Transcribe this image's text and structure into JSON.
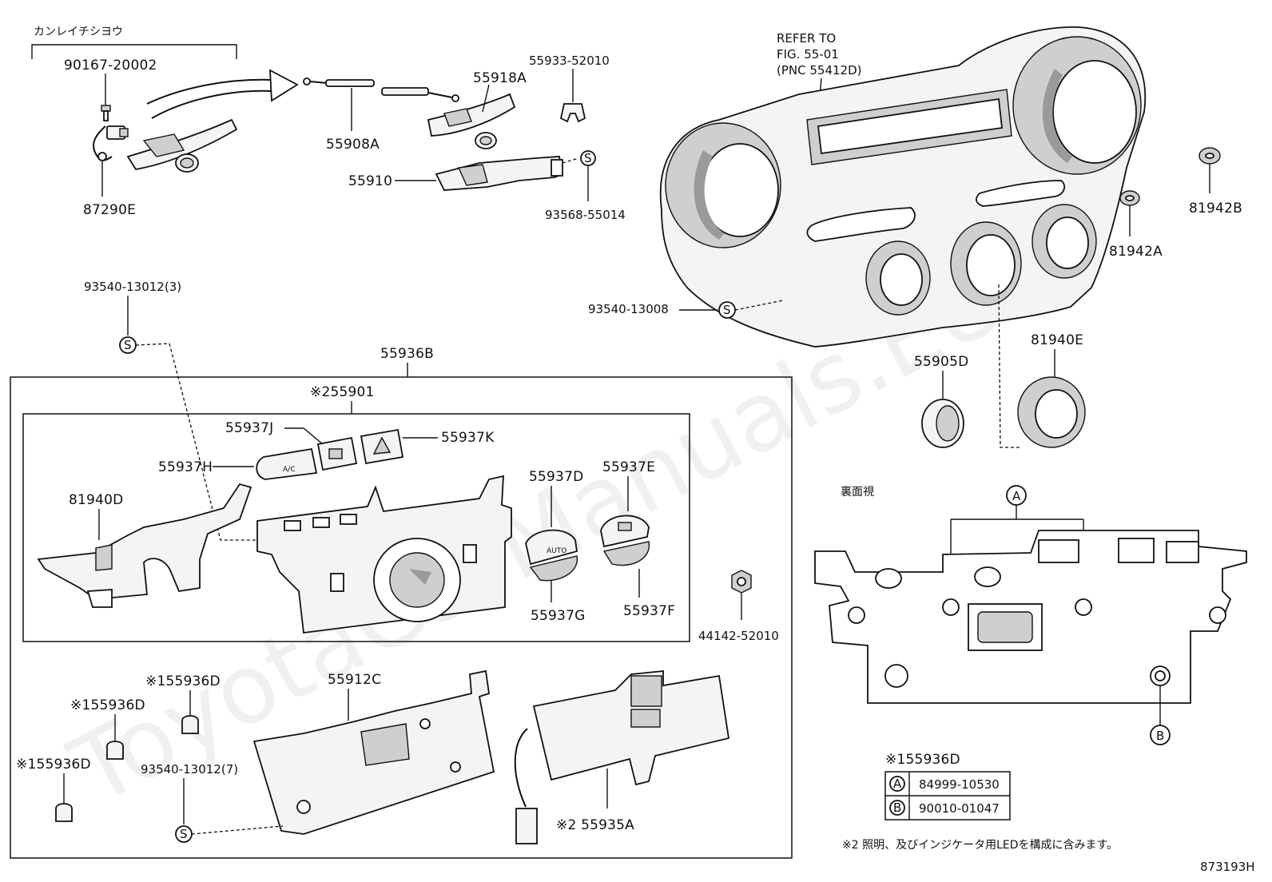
{
  "watermark": "ToyotaCarManuals.EU",
  "labels": {
    "kanreichi": "カンレイチシヨウ",
    "p90167": "90167-20002",
    "p87290E": "87290E",
    "p55908A": "55908A",
    "p55918A": "55918A",
    "p55933": "55933-52010",
    "p55910": "55910",
    "p93568": "93568-55014",
    "refer1": "REFER TO",
    "refer2": "FIG. 55-01",
    "refer3": "(PNC 55412D)",
    "p81942B": "81942B",
    "p81942A": "81942A",
    "p93540_3": "93540-13012(3)",
    "p93540_13008": "93540-13008",
    "p55905D": "55905D",
    "p81940E": "81940E",
    "p55936B": "55936B",
    "p55901": "※255901",
    "p55937J": "55937J",
    "p55937K": "55937K",
    "p55937H": "55937H",
    "p81940D": "81940D",
    "p55937D": "55937D",
    "p55937E": "55937E",
    "p55937G": "55937G",
    "p55937F": "55937F",
    "p44142": "44142-52010",
    "p55936D_a": "※155936D",
    "p55936D_b": "※155936D",
    "p55936D_c": "※155936D",
    "p55912C": "55912C",
    "p93540_7": "93540-13012(7)",
    "p55935A": "※2 55935A",
    "rear_view": "裏面視",
    "mark_a": "A",
    "mark_b": "B",
    "screw_s": "S",
    "btn_ac": "A/C",
    "btn_auto": "AUTO",
    "footer_code": "873193H",
    "note2": "※2 照明、及びインジケータ用LEDを構成に含みます。"
  },
  "legend": {
    "title": "※155936D",
    "rows": [
      {
        "mark": "A",
        "part": "84999-10530"
      },
      {
        "mark": "B",
        "part": "90010-01047"
      }
    ]
  }
}
